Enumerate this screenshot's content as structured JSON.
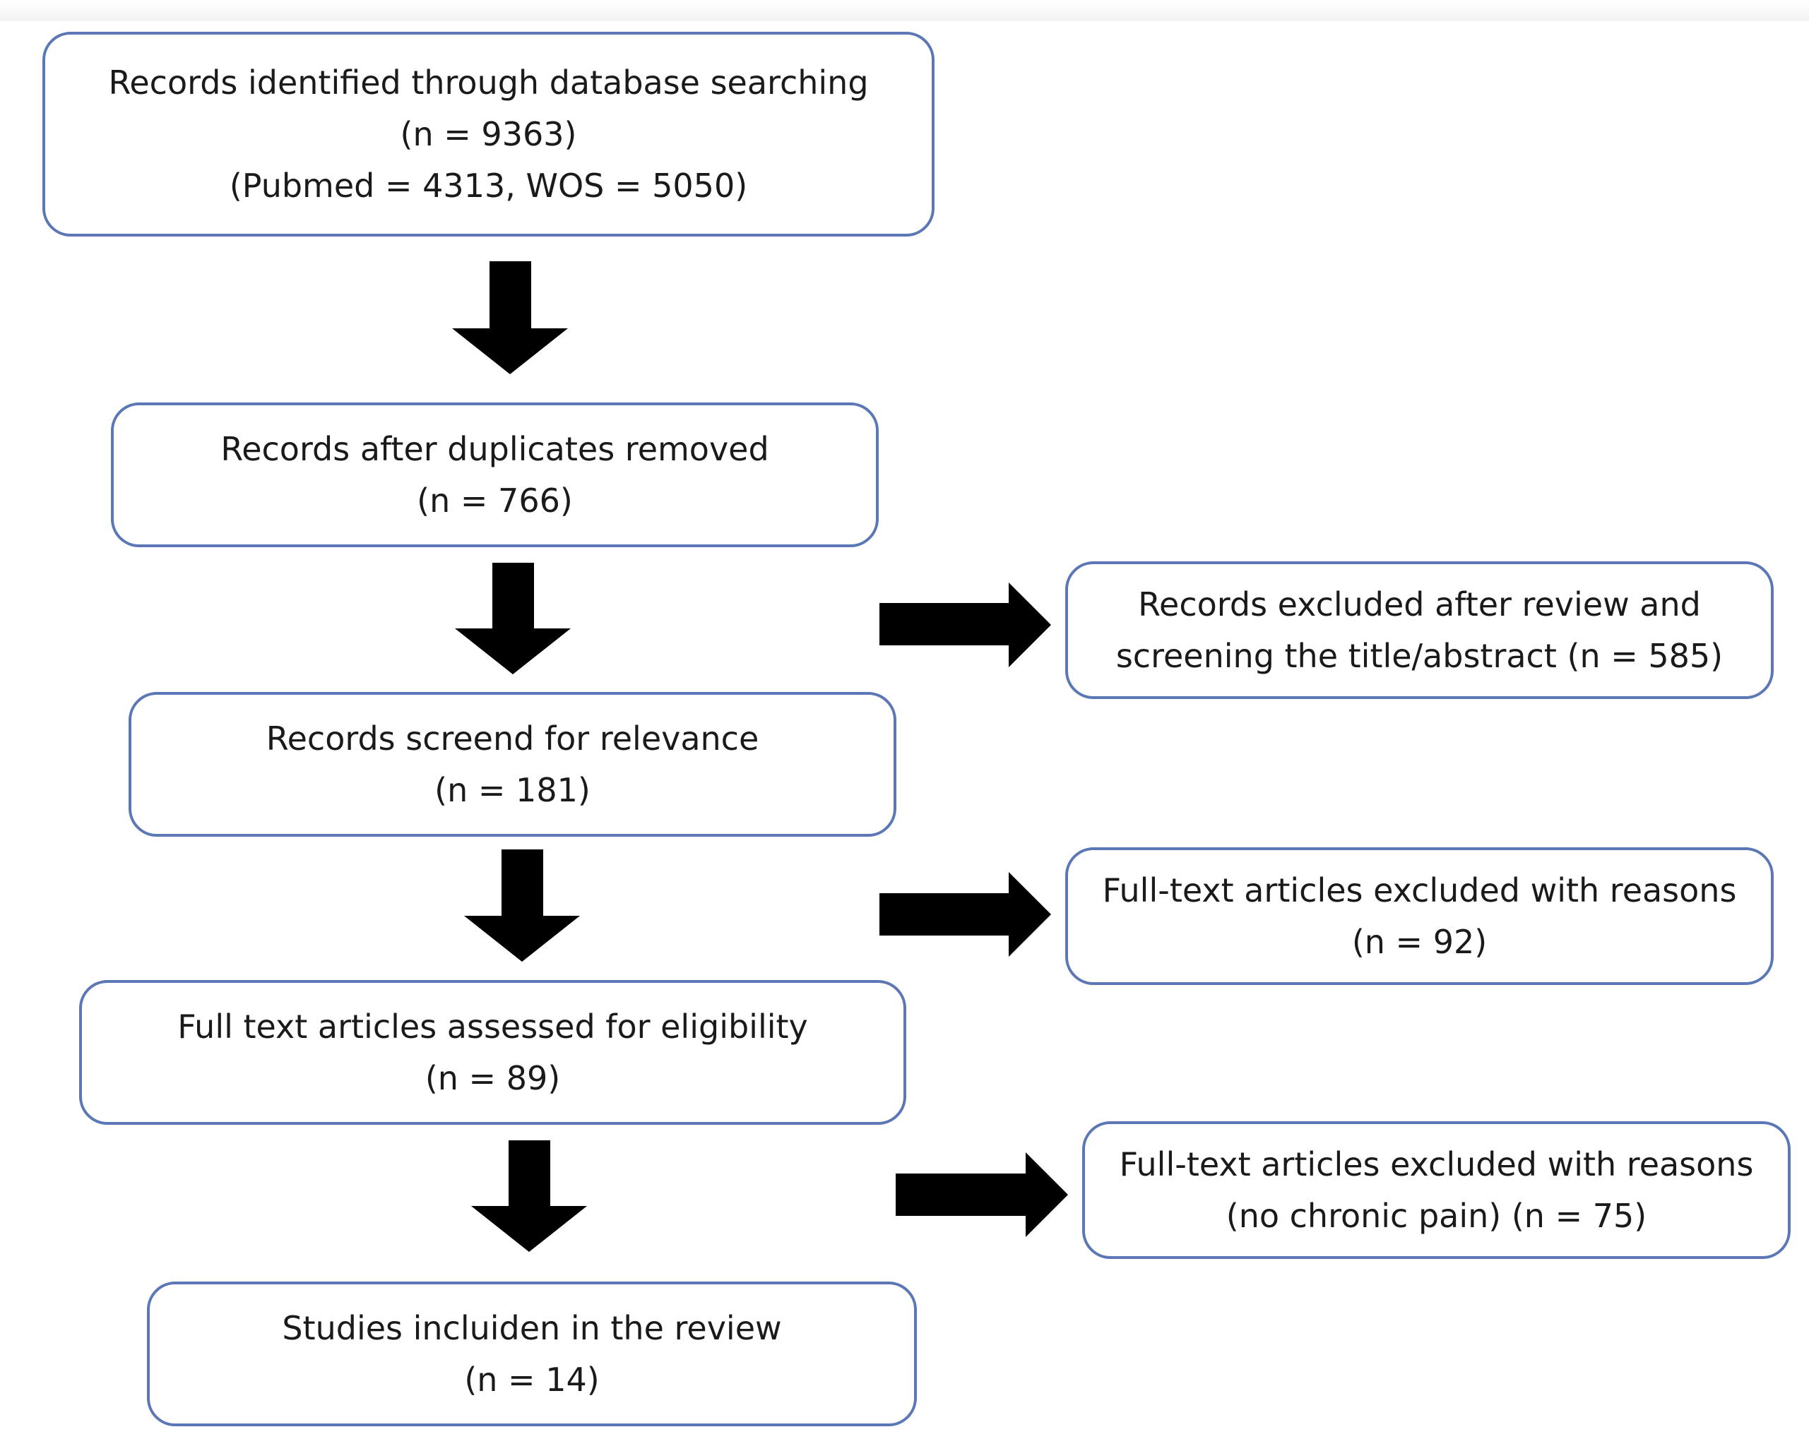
{
  "flow": {
    "identified": {
      "line1": "Records identified through database searching",
      "line2": "(n = 9363)",
      "line3": "(Pubmed = 4313, WOS = 5050)"
    },
    "after_duplicates": {
      "line1": "Records after duplicates removed",
      "line2": "(n = 766)"
    },
    "screened": {
      "line1": "Records screend for relevance",
      "line2": "(n = 181)"
    },
    "assessed": {
      "line1": "Full text articles assessed for eligibility",
      "line2": "(n = 89)"
    },
    "included": {
      "line1": "Studies incluiden in the review",
      "line2": "(n = 14)"
    }
  },
  "exclusions": {
    "title_abstract": {
      "line1": "Records excluded after review and",
      "line2": "screening the title/abstract (n = 585)"
    },
    "full_text_reasons": {
      "line1": "Full-text articles excluded with reasons",
      "line2": "(n = 92)"
    },
    "no_chronic_pain": {
      "line1": "Full-text articles excluded with reasons",
      "line2": "(no chronic pain) (n = 75)"
    }
  },
  "colors": {
    "box_border": "#5b77b6",
    "arrow_fill": "#000000"
  }
}
